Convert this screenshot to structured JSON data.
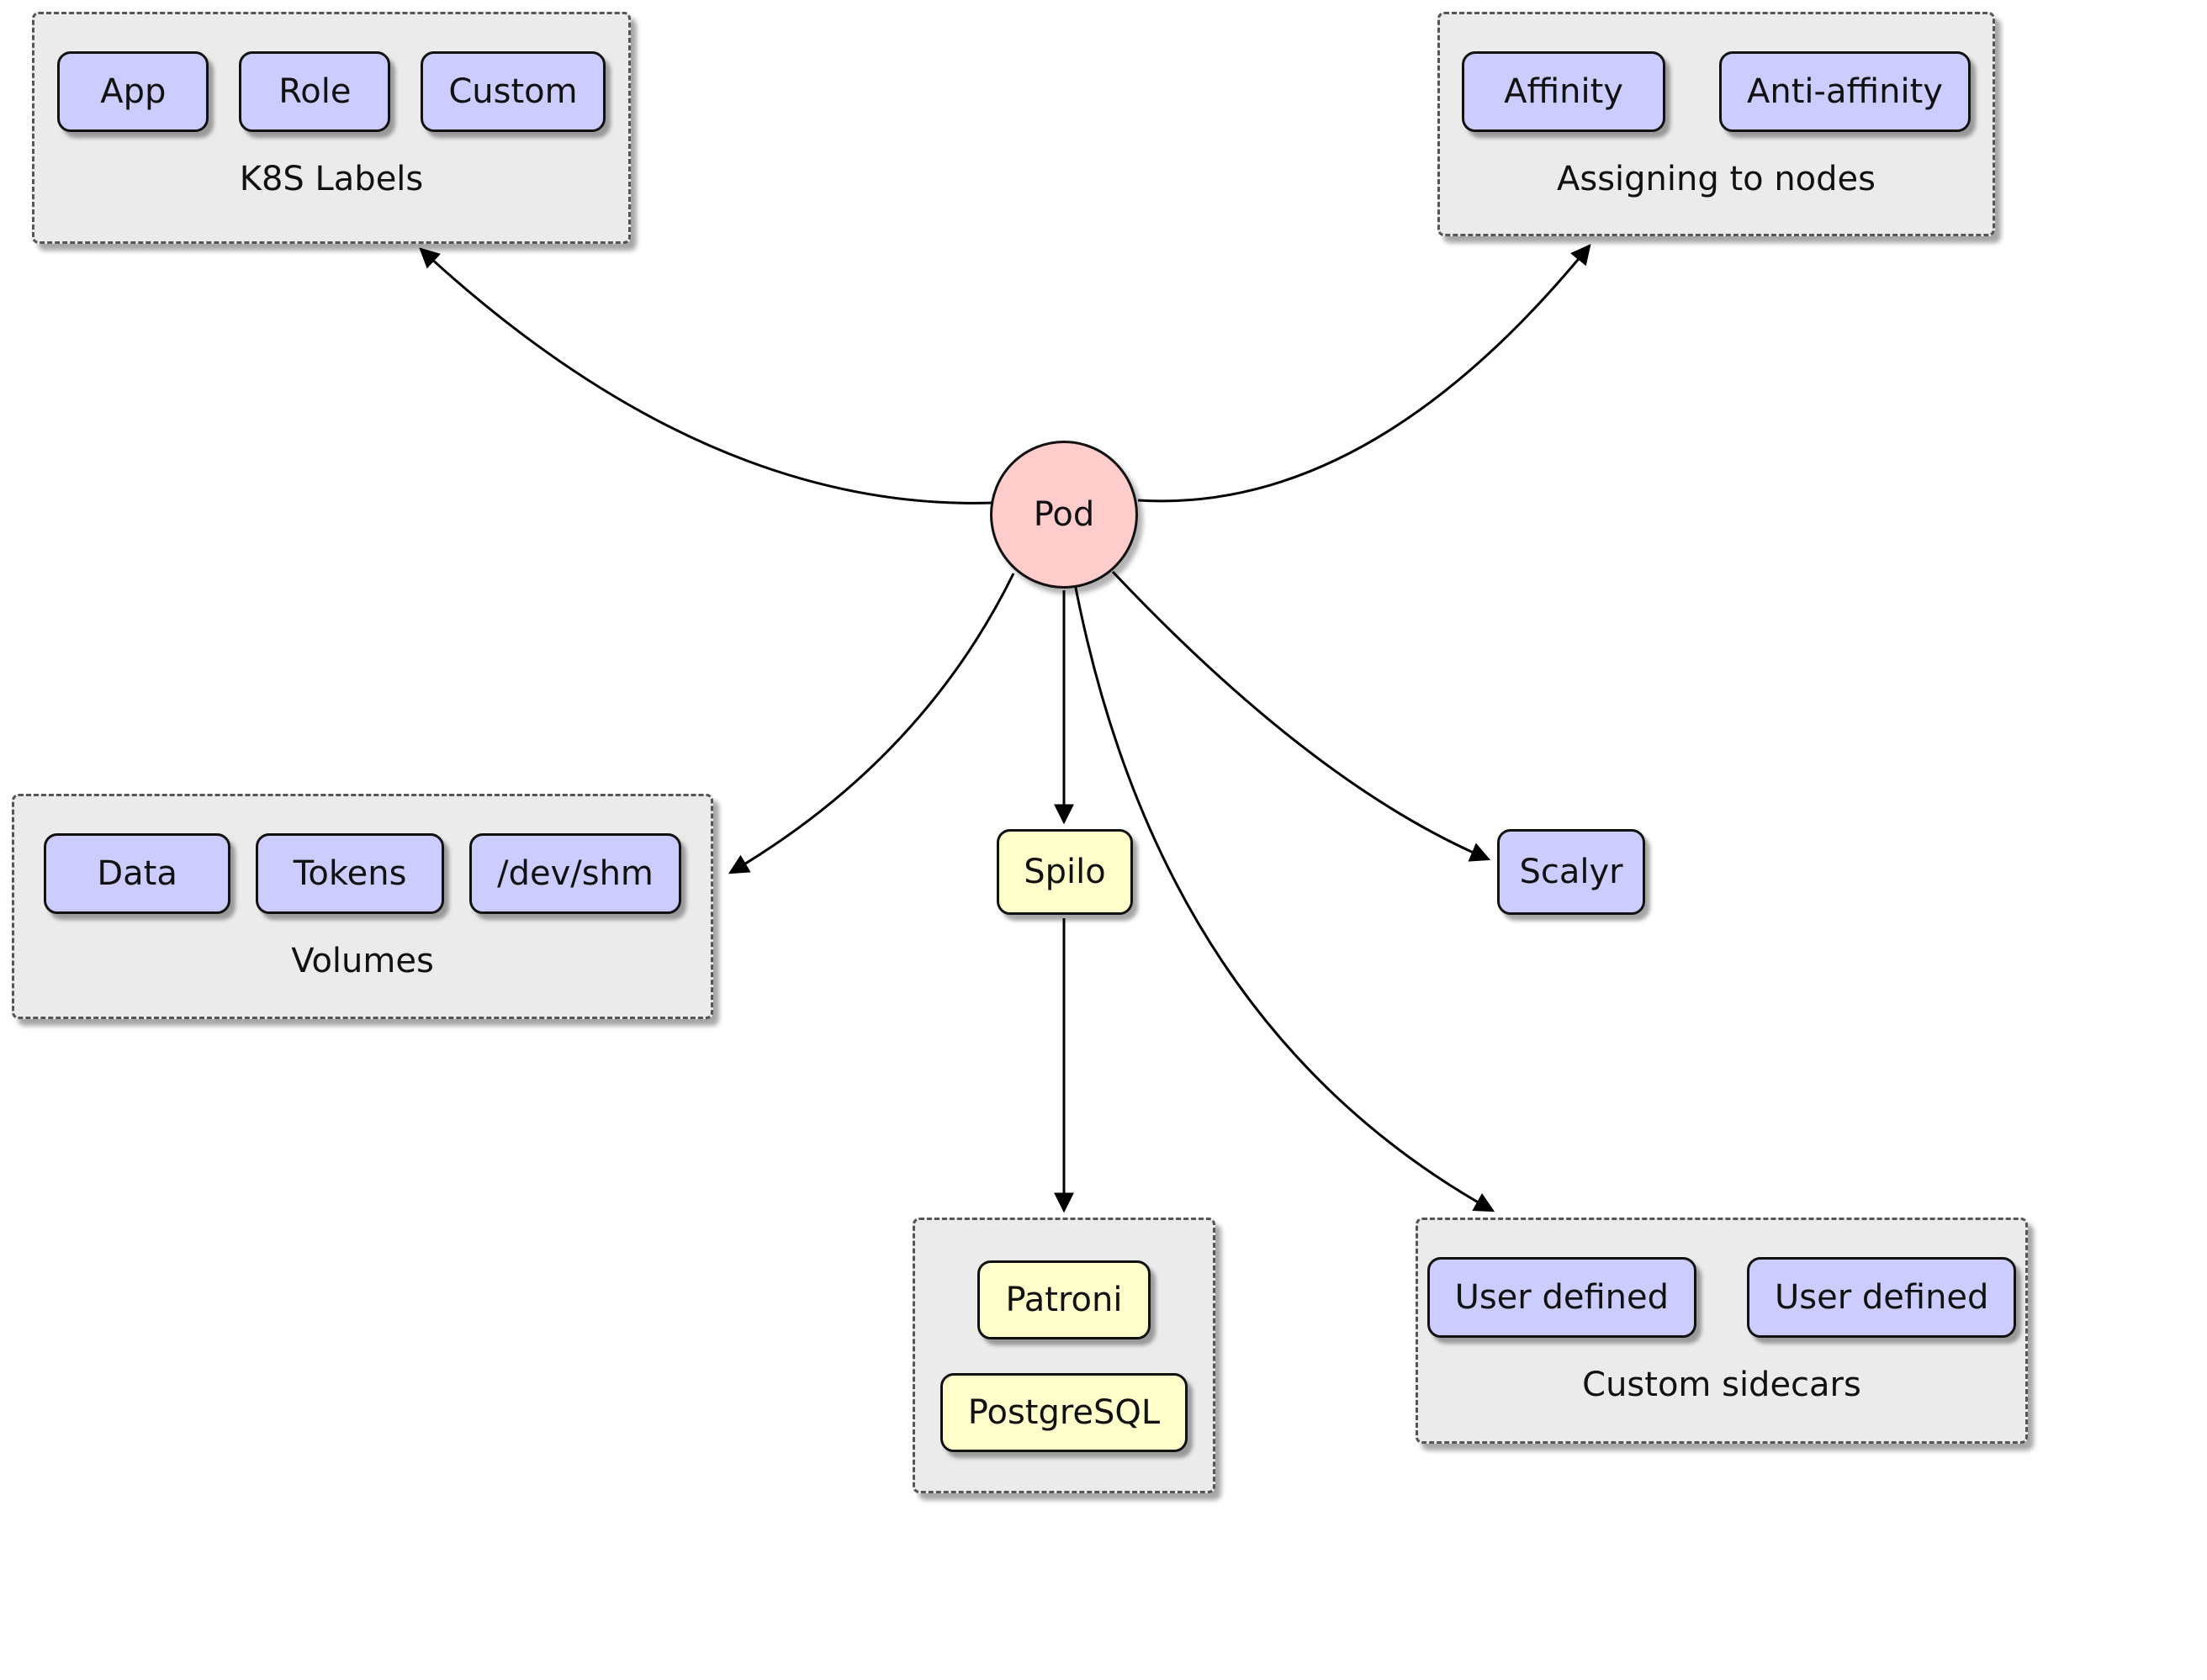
{
  "pod": {
    "label": "Pod"
  },
  "groups": {
    "k8s_labels": {
      "title": "K8S Labels",
      "items": [
        "App",
        "Role",
        "Custom"
      ]
    },
    "assigning_to_nodes": {
      "title": "Assigning to nodes",
      "items": [
        "Affinity",
        "Anti-affinity"
      ]
    },
    "volumes": {
      "title": "Volumes",
      "items": [
        "Data",
        "Tokens",
        "/dev/shm"
      ]
    },
    "spilo_stack": {
      "items": [
        "Patroni",
        "PostgreSQL"
      ]
    },
    "custom_sidecars": {
      "title": "Custom sidecars",
      "items": [
        "User defined",
        "User defined"
      ]
    }
  },
  "nodes": {
    "spilo": {
      "label": "Spilo"
    },
    "scalyr": {
      "label": "Scalyr"
    }
  },
  "colors": {
    "node_fill": "#ccccff",
    "container_fill": "#ffffcc",
    "pod_fill": "#ffcccc",
    "group_fill": "#ebebeb",
    "edge": "#000000"
  }
}
